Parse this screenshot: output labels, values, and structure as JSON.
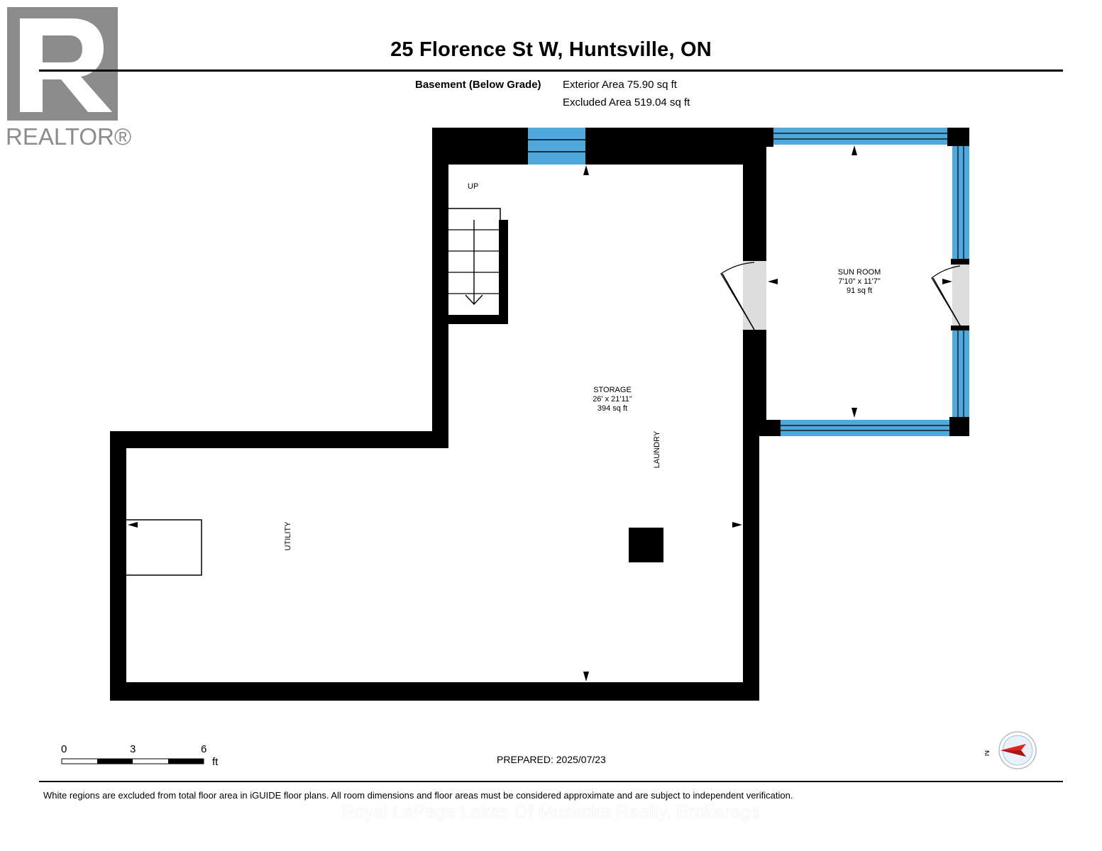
{
  "header": {
    "title": "25 Florence St W, Huntsville, ON"
  },
  "logo": {
    "text": "REALTOR®",
    "icon": "realtor-r-logo"
  },
  "floor": {
    "name": "Basement (Below Grade)",
    "exterior_area": "Exterior Area 75.90 sq ft",
    "excluded_area": "Excluded Area 519.04 sq ft"
  },
  "rooms": {
    "storage": {
      "name": "STORAGE",
      "dims": "26' x 21'11\"",
      "area": "394 sq ft"
    },
    "sun_room": {
      "name": "SUN ROOM",
      "dims": "7'10\" x 11'7\"",
      "area": "91 sq ft"
    },
    "laundry": {
      "name": "LAUNDRY"
    },
    "utility": {
      "name": "UTILITY"
    },
    "stairs": {
      "label": "UP"
    }
  },
  "scale": {
    "ticks": [
      "0",
      "3",
      "6"
    ],
    "unit": "ft"
  },
  "compass": {
    "label": "N",
    "icon": "north-compass-icon"
  },
  "footer": {
    "prepared": "PREPARED: 2025/07/23",
    "disclaimer": "White regions are excluded from total floor area in iGUIDE floor plans. All room dimensions and floor areas must be considered approximate and are subject to independent verification.",
    "brokerage": "Royal LePage Lakes Of Muskoka Realty, Brokerage"
  },
  "colors": {
    "wall": "#000000",
    "window": "#4fa9dc",
    "door_swing": "#dddddd",
    "compass_pointer": "#e0231c",
    "logo_gray": "#8c8c8c"
  }
}
